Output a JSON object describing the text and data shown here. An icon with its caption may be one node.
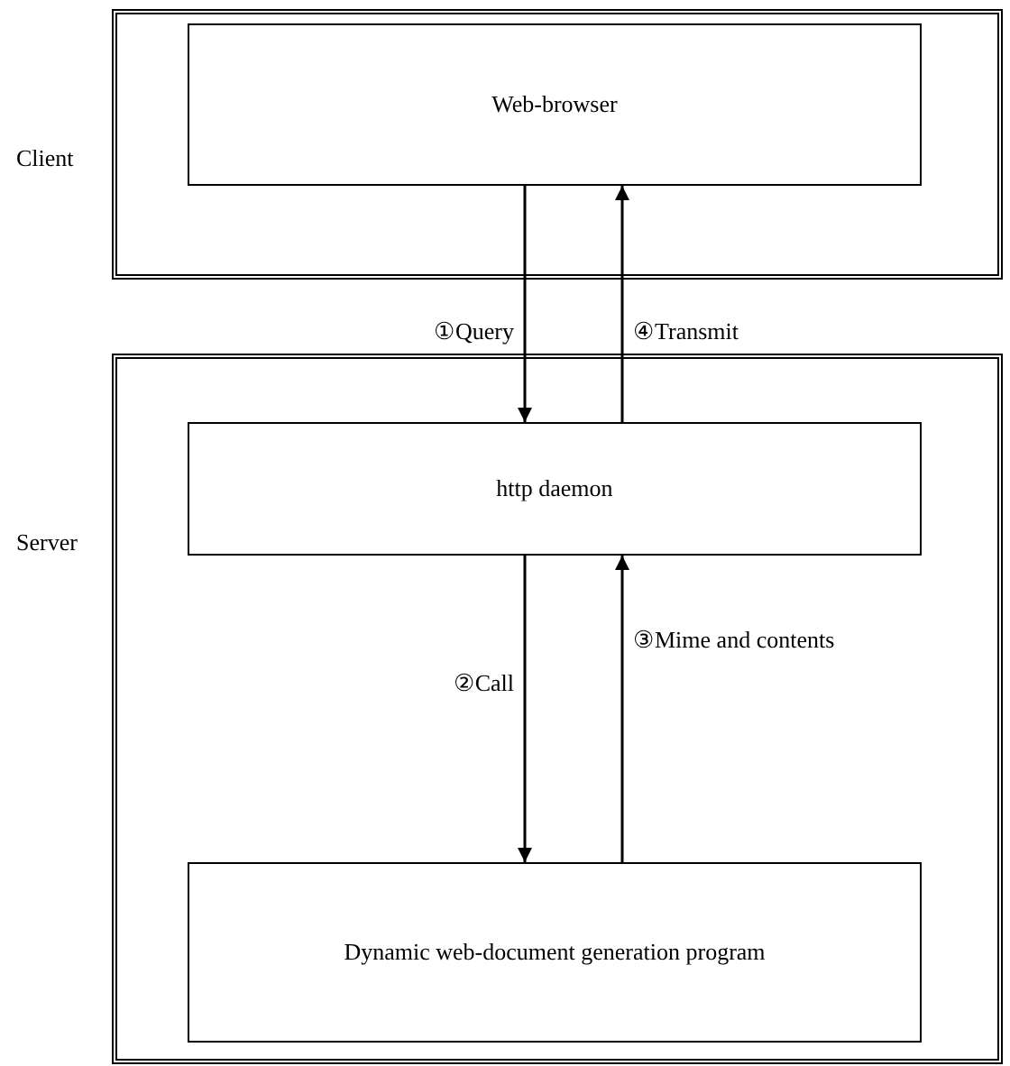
{
  "diagram": {
    "nodes": [
      {
        "text": [
          "Client"
        ]
      },
      {
        "text": [
          "Web-browser"
        ],
        "in": 0
      },
      {
        "text": [
          "Server"
        ]
      },
      {
        "text": [
          "http daemon"
        ],
        "in": 2
      },
      {
        "text": [
          "Dynamic web-document generation program"
        ],
        "in": 2
      }
    ],
    "edges": [
      {
        "from": 1,
        "to": 3,
        "arrow": "to",
        "label": "①Query"
      },
      {
        "from": 3,
        "to": 1,
        "arrow": "to",
        "label": "④Transmit"
      },
      {
        "from": 3,
        "to": 4,
        "arrow": "to",
        "label": "②Call"
      },
      {
        "from": 4,
        "to": 3,
        "arrow": "to",
        "label": "③Mime and contents"
      }
    ]
  }
}
